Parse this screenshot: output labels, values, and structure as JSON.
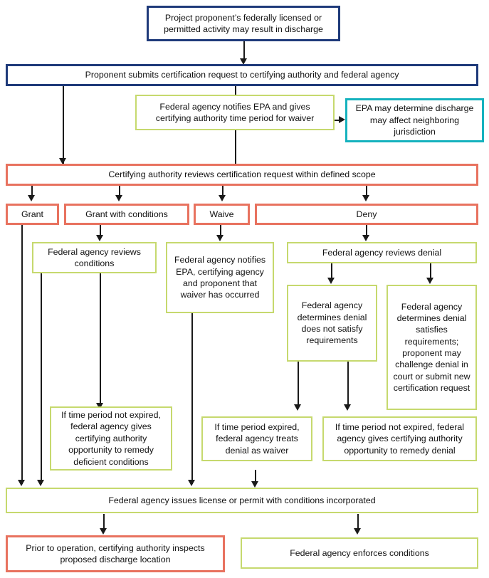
{
  "diagram": {
    "title": "Clean Water Act Section 401 certification process flowchart",
    "colors": {
      "navy": "#1F3A7A",
      "teal": "#15B2BE",
      "red": "#E8725F",
      "green": "#C6D96E",
      "arrow": "#1a1a1a",
      "text": "#111111",
      "background": "#ffffff"
    },
    "nodes": [
      {
        "id": "start",
        "label": "Project proponent’s federally licensed or permitted activity may result in discharge"
      },
      {
        "id": "submit",
        "label": "Proponent submits certification request to certifying authority and federal agency"
      },
      {
        "id": "notify-epa",
        "label": "Federal agency notifies EPA and gives certifying authority time period for waiver"
      },
      {
        "id": "epa-determine",
        "label": "EPA may determine discharge may affect neighboring jurisdiction"
      },
      {
        "id": "review-request",
        "label": "Certifying authority reviews certification request within defined scope"
      },
      {
        "id": "grant",
        "label": "Grant"
      },
      {
        "id": "grant-conditions",
        "label": "Grant with conditions"
      },
      {
        "id": "waive",
        "label": "Waive"
      },
      {
        "id": "deny",
        "label": "Deny"
      },
      {
        "id": "review-conditions",
        "label": "Federal agency reviews conditions"
      },
      {
        "id": "notify-waiver",
        "label": "Federal agency notifies EPA, certifying agency and proponent that waiver has occurred"
      },
      {
        "id": "review-denial",
        "label": "Federal agency reviews denial"
      },
      {
        "id": "denial-not-satisfy",
        "label": "Federal agency determines denial does not satisfy requirements"
      },
      {
        "id": "denial-satisfies",
        "label": "Federal agency determines denial satisfies requirements; proponent may challenge denial in court or submit new certification request"
      },
      {
        "id": "remedy-conditions",
        "label": "If time period not expired, federal agency gives certifying authority opportunity to remedy deficient conditions"
      },
      {
        "id": "expired-waiver",
        "label": "If time period expired, federal agency treats denial as waiver"
      },
      {
        "id": "remedy-denial",
        "label": "If time period not expired, federal agency gives certifying authority opportunity to remedy denial"
      },
      {
        "id": "issue-license",
        "label": "Federal agency issues license or permit with conditions incorporated"
      },
      {
        "id": "inspect",
        "label": "Prior to operation, certifying authority inspects proposed discharge location"
      },
      {
        "id": "enforce",
        "label": "Federal agency enforces conditions"
      }
    ]
  }
}
